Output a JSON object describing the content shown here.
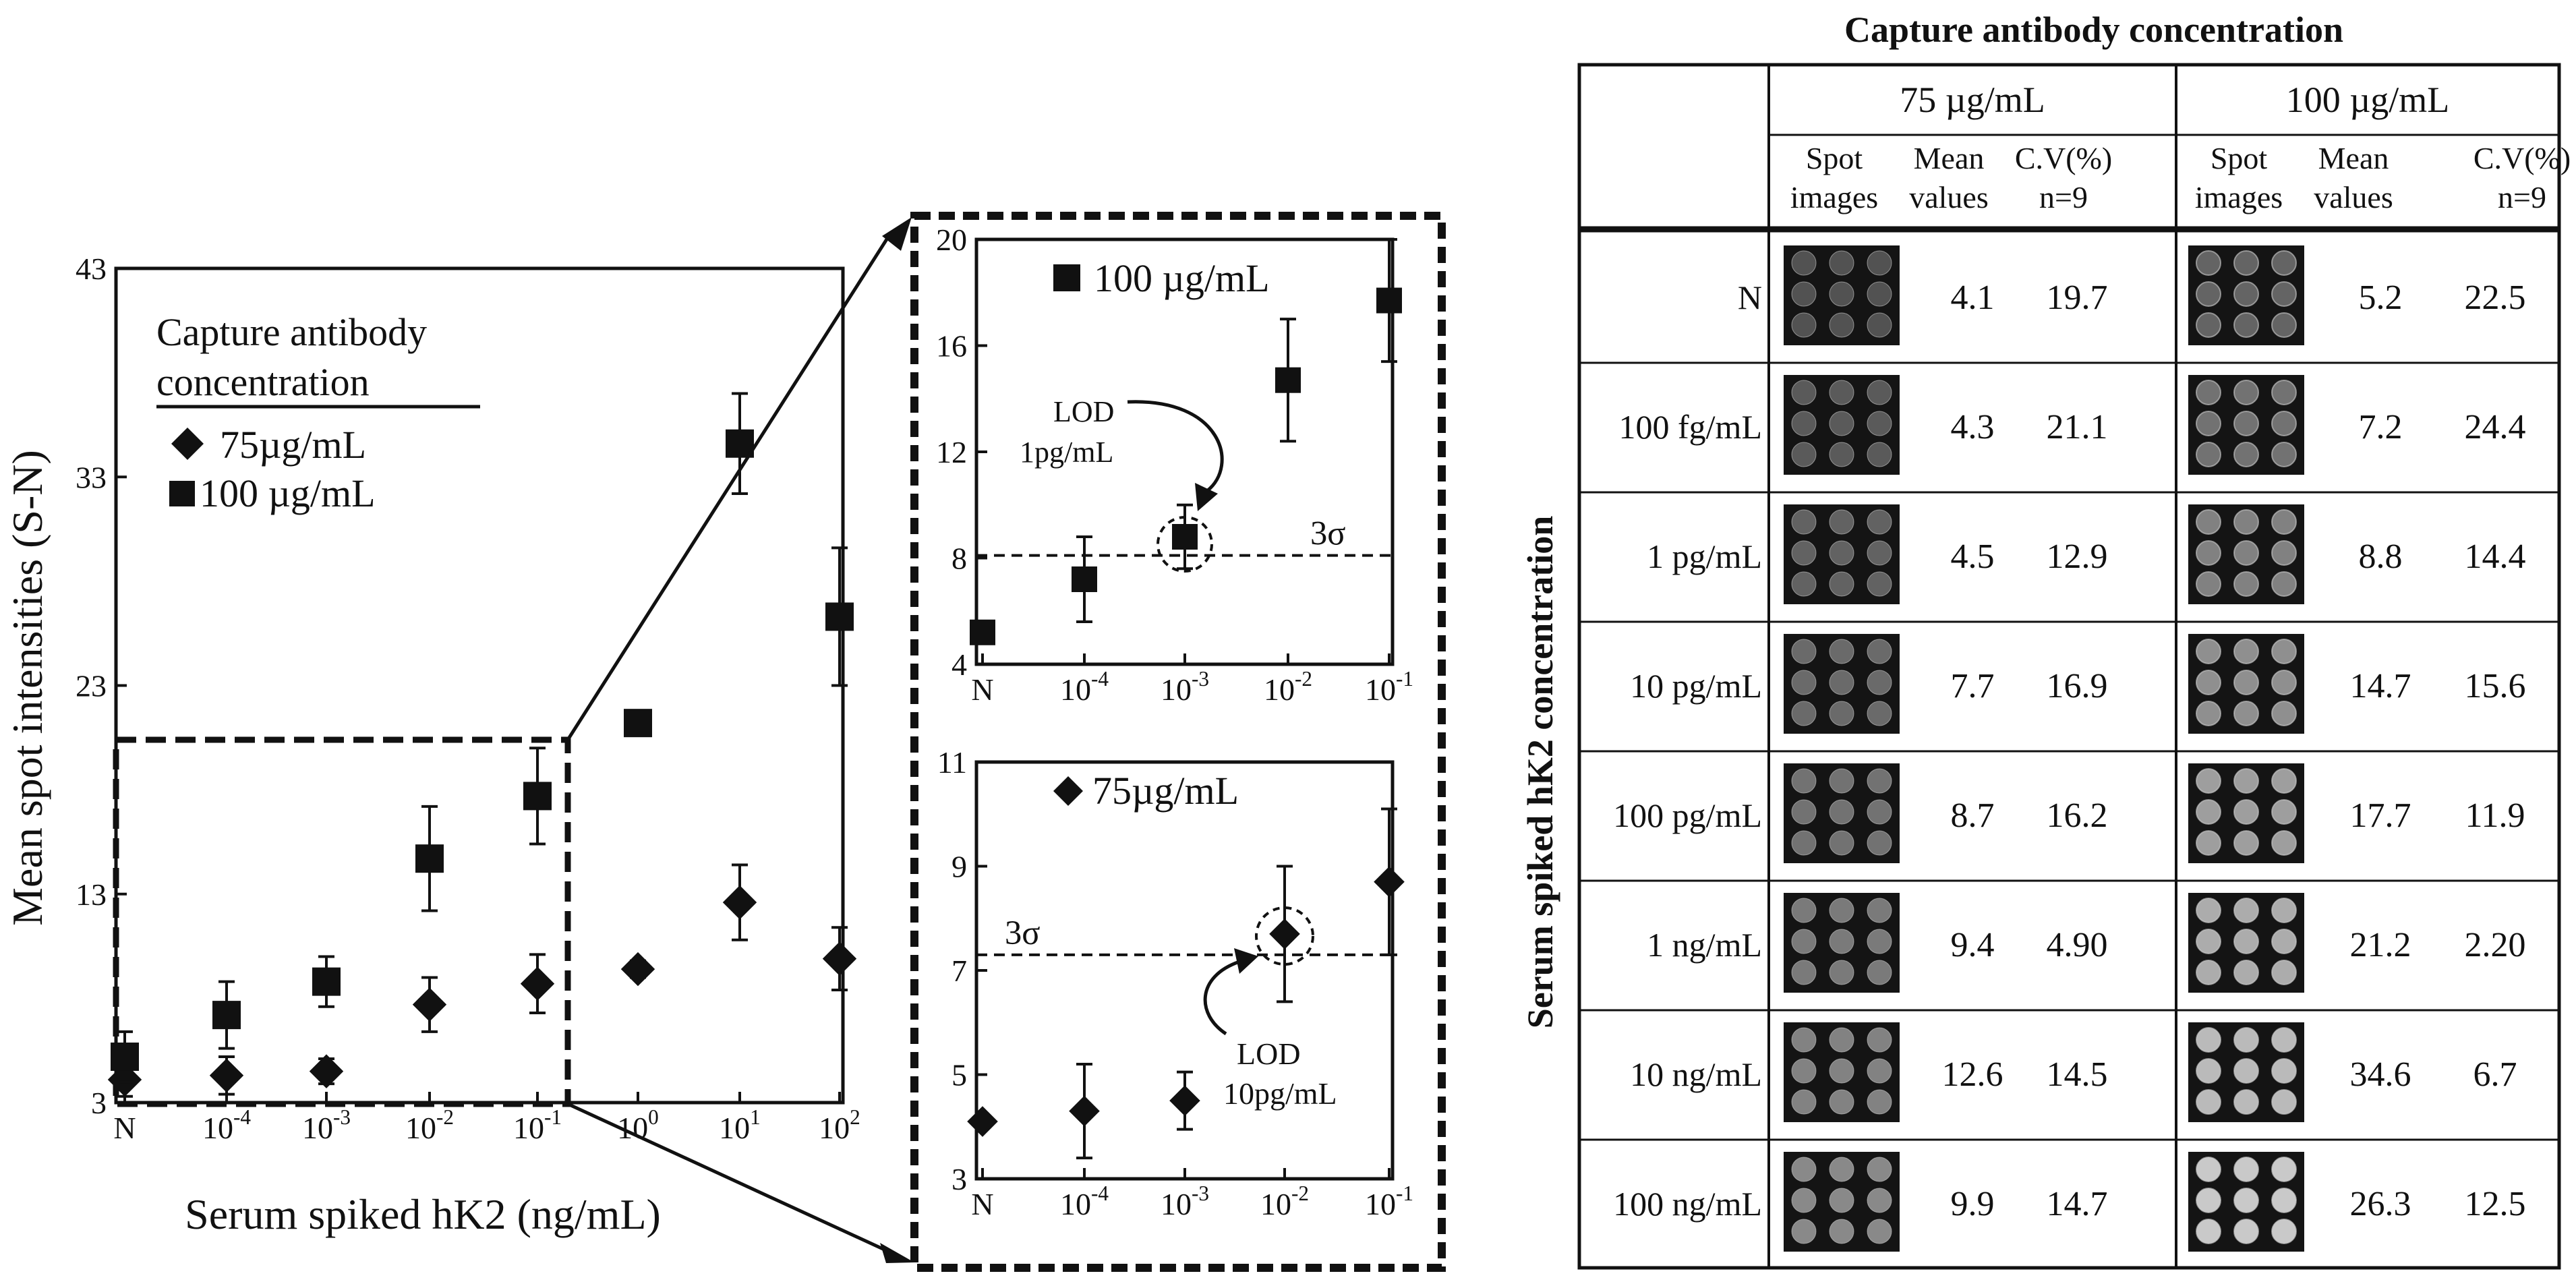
{
  "chart_data": [
    {
      "type": "scatter",
      "xlabel": "Serum spiked hK2 (ng/mL)",
      "ylabel": "Mean spot intensities (S-N)",
      "ylim": [
        3,
        43
      ],
      "yticks": [
        "3",
        "13",
        "23",
        "33",
        "43"
      ],
      "categories": [
        "N",
        "10^-4",
        "10^-3",
        "10^-2",
        "10^-1",
        "10^0",
        "10^1",
        "10^2"
      ],
      "legend": {
        "title_line1": "Capture antibody",
        "title_line2": "concentration",
        "entries": [
          "75µg/mL",
          "100 µg/mL"
        ]
      },
      "series": [
        {
          "name": "75µg/mL",
          "marker": "diamond",
          "values": [
            4.1,
            4.3,
            4.5,
            7.7,
            8.7,
            9.4,
            12.6,
            9.9
          ],
          "errors": [
            0.8,
            0.9,
            0.6,
            1.3,
            1.4,
            0.4,
            1.8,
            1.5
          ]
        },
        {
          "name": "100 µg/mL",
          "marker": "square",
          "values": [
            5.2,
            7.2,
            8.8,
            14.7,
            17.7,
            21.2,
            34.6,
            26.3
          ],
          "errors": [
            1.2,
            1.6,
            1.2,
            2.5,
            2.3,
            0.5,
            2.4,
            3.3
          ]
        }
      ]
    },
    {
      "type": "scatter",
      "legend": {
        "entries": [
          "100 µg/mL"
        ]
      },
      "ylim": [
        4,
        20
      ],
      "yticks": [
        "4",
        "8",
        "12",
        "16",
        "20"
      ],
      "categories": [
        "N",
        "10^-4",
        "10^-3",
        "10^-2",
        "10^-1"
      ],
      "threshold": {
        "value": 8.1,
        "label": "3σ"
      },
      "annotation": {
        "line1": "LOD",
        "line2": "1pg/mL",
        "target_index": 2
      },
      "series": [
        {
          "name": "100 µg/mL",
          "marker": "square",
          "values": [
            5.2,
            7.2,
            8.8,
            14.7,
            17.7
          ],
          "errors": [
            0.0,
            1.6,
            1.2,
            2.3,
            2.3
          ]
        }
      ]
    },
    {
      "type": "scatter",
      "legend": {
        "entries": [
          "75µg/mL"
        ]
      },
      "ylim": [
        3,
        11
      ],
      "yticks": [
        "3",
        "5",
        "7",
        "9",
        "11"
      ],
      "categories": [
        "N",
        "10^-4",
        "10^-3",
        "10^-2",
        "10^-1"
      ],
      "threshold": {
        "value": 7.3,
        "label": "3σ"
      },
      "annotation": {
        "line1": "LOD",
        "line2": "10pg/mL",
        "target_index": 3
      },
      "series": [
        {
          "name": "75µg/mL",
          "marker": "diamond",
          "values": [
            4.1,
            4.3,
            4.5,
            7.7,
            8.7
          ],
          "errors": [
            0.0,
            0.9,
            0.55,
            1.3,
            1.4
          ]
        }
      ]
    },
    {
      "type": "table",
      "title": "Capture antibody concentration",
      "row_axis_label": "Serum spiked hK2 concentration",
      "groups": [
        "75 µg/mL",
        "100 µg/mL"
      ],
      "subheaders": [
        {
          "line1": "Spot",
          "line2": "images"
        },
        {
          "line1": "Mean",
          "line2": "values"
        },
        {
          "line1": "C.V(%)",
          "line2": "n=9"
        }
      ],
      "rows": [
        {
          "label": "N",
          "mean75": "4.1",
          "cv75": "19.7",
          "mean100": "5.2",
          "cv100": "22.5"
        },
        {
          "label": "100 fg/mL",
          "mean75": "4.3",
          "cv75": "21.1",
          "mean100": "7.2",
          "cv100": "24.4"
        },
        {
          "label": "1 pg/mL",
          "mean75": "4.5",
          "cv75": "12.9",
          "mean100": "8.8",
          "cv100": "14.4"
        },
        {
          "label": "10 pg/mL",
          "mean75": "7.7",
          "cv75": "16.9",
          "mean100": "14.7",
          "cv100": "15.6"
        },
        {
          "label": "100 pg/mL",
          "mean75": "8.7",
          "cv75": "16.2",
          "mean100": "17.7",
          "cv100": "11.9"
        },
        {
          "label": "1 ng/mL",
          "mean75": "9.4",
          "cv75": "4.90",
          "mean100": "21.2",
          "cv100": "2.20"
        },
        {
          "label": "10 ng/mL",
          "mean75": "12.6",
          "cv75": "14.5",
          "mean100": "34.6",
          "cv100": "6.7"
        },
        {
          "label": "100 ng/mL",
          "mean75": "9.9",
          "cv75": "14.7",
          "mean100": "26.3",
          "cv100": "12.5"
        }
      ]
    }
  ]
}
